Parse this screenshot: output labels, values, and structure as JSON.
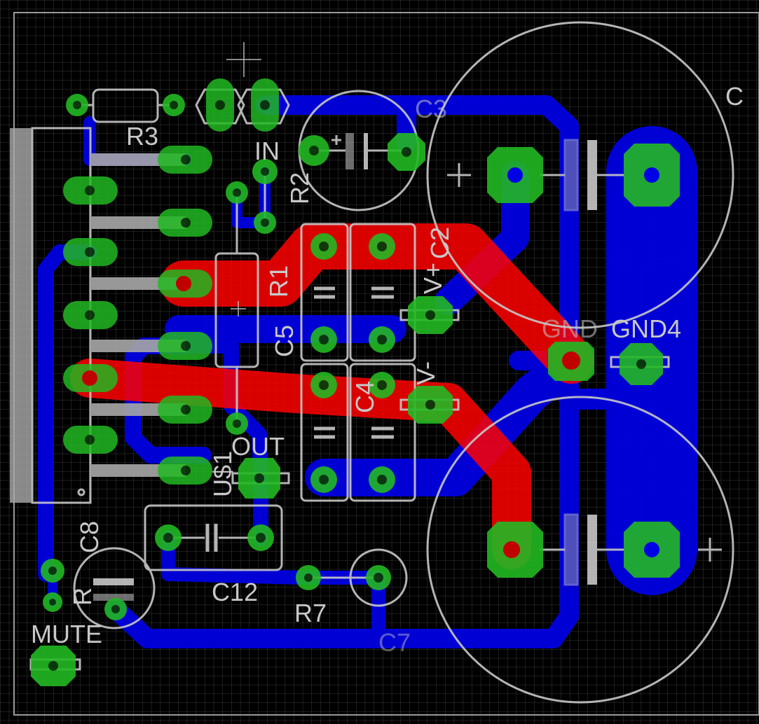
{
  "labels": {
    "r3": "R3",
    "in": "IN",
    "r2": "R2",
    "c3": "C3",
    "c_cut": "C",
    "r1": "R1",
    "c2": "C2",
    "v_plus": "V+",
    "c5": "C5",
    "gnd": "GND",
    "gnd4": "GND4",
    "c4": "C4",
    "v_minus": "V-",
    "out": "OUT",
    "u1": "U$1",
    "c8": "C8",
    "c12": "C12",
    "r7": "R7",
    "c7": "C7",
    "mute": "MUTE",
    "r": "R"
  },
  "layers": {
    "top_copper": "#ff0000",
    "bottom_copper": "#0000e6",
    "pads": "#22b822",
    "silkscreen": "#c8c8c8",
    "grid": "#3a3a3a",
    "background": "#000000"
  }
}
